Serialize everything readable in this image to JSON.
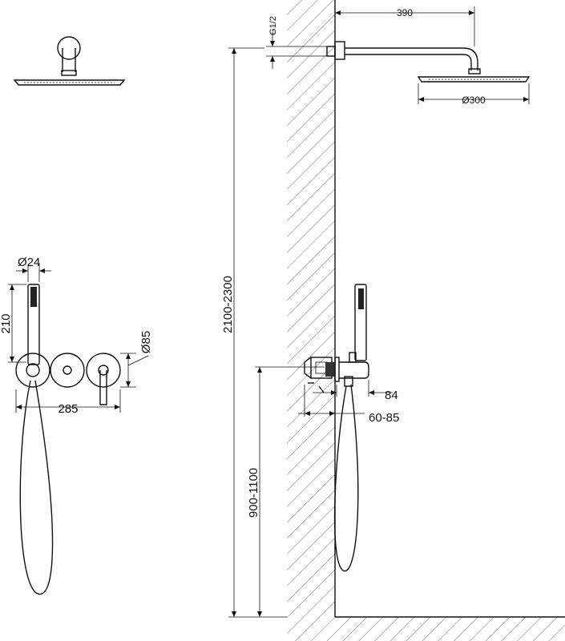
{
  "diagram": {
    "side_view": {
      "dim_arm_length": "390",
      "dim_thread": "G1/2",
      "dim_head_diameter": "Ø300",
      "dim_total_height": "2100-2300",
      "dim_mixer_height": "900-1100",
      "dim_outlet": "84",
      "dim_mixer_depth": "60-85"
    },
    "front_view": {
      "dim_hand_diameter": "Ø24",
      "dim_hand_length": "210",
      "dim_plate_diameter": "Ø85",
      "dim_total_width": "285"
    }
  }
}
